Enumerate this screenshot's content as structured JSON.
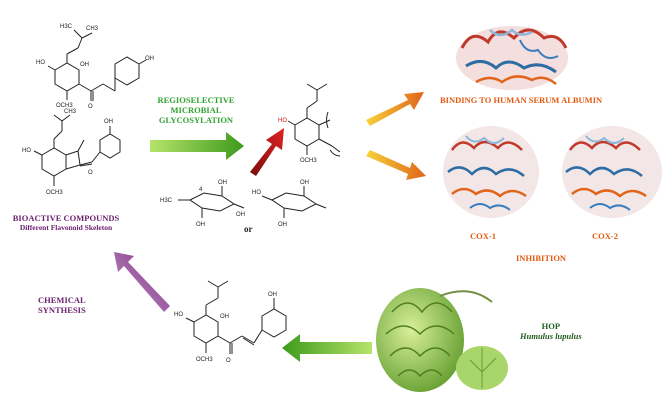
{
  "labels": {
    "glycosylation": [
      "REGIOSELECTIVE",
      "MICROBIAL",
      "GLYCOSYLATION"
    ],
    "binding": "BINDING TO HUMAN SERUM ALBUMIN",
    "cox1": "COX-1",
    "cox2": "COX-2",
    "inhibition": "INHIBITION",
    "bioactive_title": "BIOACTIVE COMPOUNDS",
    "bioactive_subtitle": "Different Flavonoid Skeleton",
    "chemical_synthesis": [
      "CHEMICAL",
      "SYNTHESIS"
    ],
    "hop_title": "HOP",
    "hop_species": "Humulus lupulus",
    "or": "or"
  },
  "colors": {
    "green_text": "#2fa22f",
    "purple_text": "#6b1f6e",
    "orange_text": "#e05a10",
    "green_arrow": "#7ec83a",
    "red_arrow": "#c41a1a",
    "orange_arrow": "#f2a21a",
    "purple_arrow": "#8a3c90"
  }
}
